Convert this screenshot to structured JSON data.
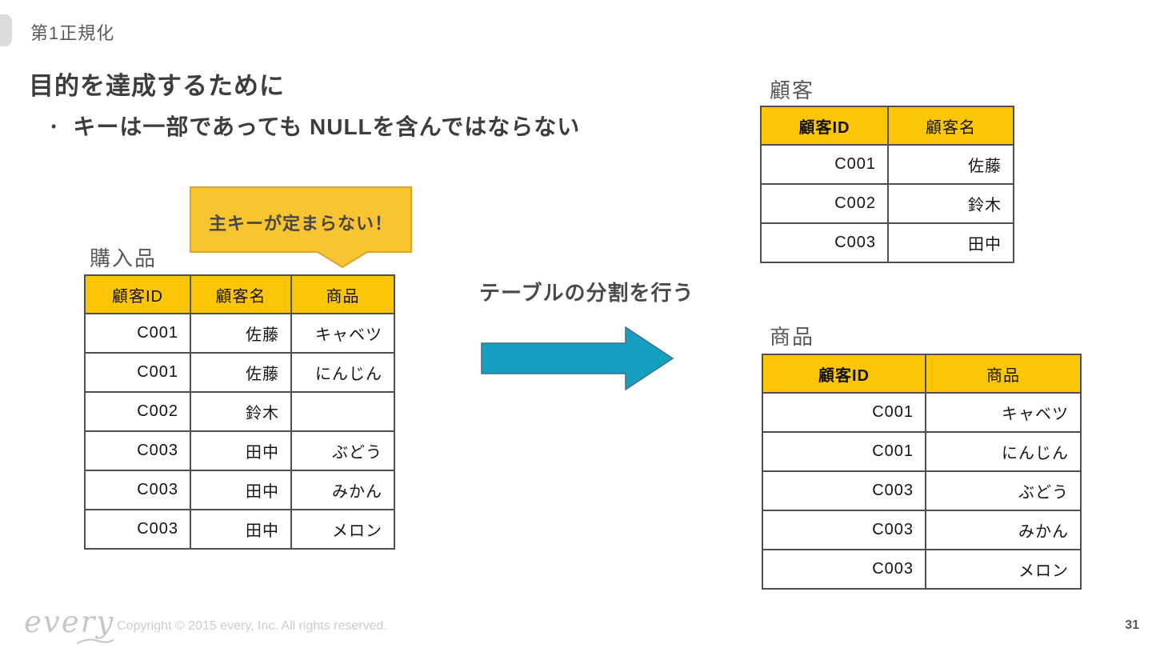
{
  "slide_title": "第1正規化",
  "heading": "目的を達成するために",
  "bullet": "キーは一部であっても NULLを含んではならない",
  "callout": "主キーが定まらない！",
  "transform_label": "テーブルの分割を行う",
  "tables": {
    "purchases": {
      "label": "購入品",
      "headers": [
        "顧客ID",
        "顧客名",
        "商品"
      ],
      "rows": [
        [
          "C001",
          "佐藤",
          "キャベツ"
        ],
        [
          "C001",
          "佐藤",
          "にんじん"
        ],
        [
          "C002",
          "鈴木",
          ""
        ],
        [
          "C003",
          "田中",
          "ぶどう"
        ],
        [
          "C003",
          "田中",
          "みかん"
        ],
        [
          "C003",
          "田中",
          "メロン"
        ]
      ]
    },
    "customers": {
      "label": "顧客",
      "headers": [
        "顧客ID",
        "顧客名"
      ],
      "rows": [
        [
          "C001",
          "佐藤"
        ],
        [
          "C002",
          "鈴木"
        ],
        [
          "C003",
          "田中"
        ]
      ]
    },
    "products": {
      "label": "商品",
      "headers": [
        "顧客ID",
        "商品"
      ],
      "rows": [
        [
          "C001",
          "キャベツ"
        ],
        [
          "C001",
          "にんじん"
        ],
        [
          "C003",
          "ぶどう"
        ],
        [
          "C003",
          "みかん"
        ],
        [
          "C003",
          "メロン"
        ]
      ]
    }
  },
  "footer": {
    "logo": "every",
    "copyright": "Copyright © 2015 every, Inc. All rights reserved.",
    "page_number": "31"
  },
  "colors": {
    "header-yellow": "#FCC607",
    "callout-yellow": "#F9C432",
    "callout-border": "#D9A42C",
    "arrow-teal": "#159FC1",
    "arrow-stroke": "#3E7183",
    "tab-gray": "#DCDCDC",
    "text-dark": "#3D3D3D",
    "text-gray": "#595959",
    "border-dark": "#4F4F4F"
  }
}
